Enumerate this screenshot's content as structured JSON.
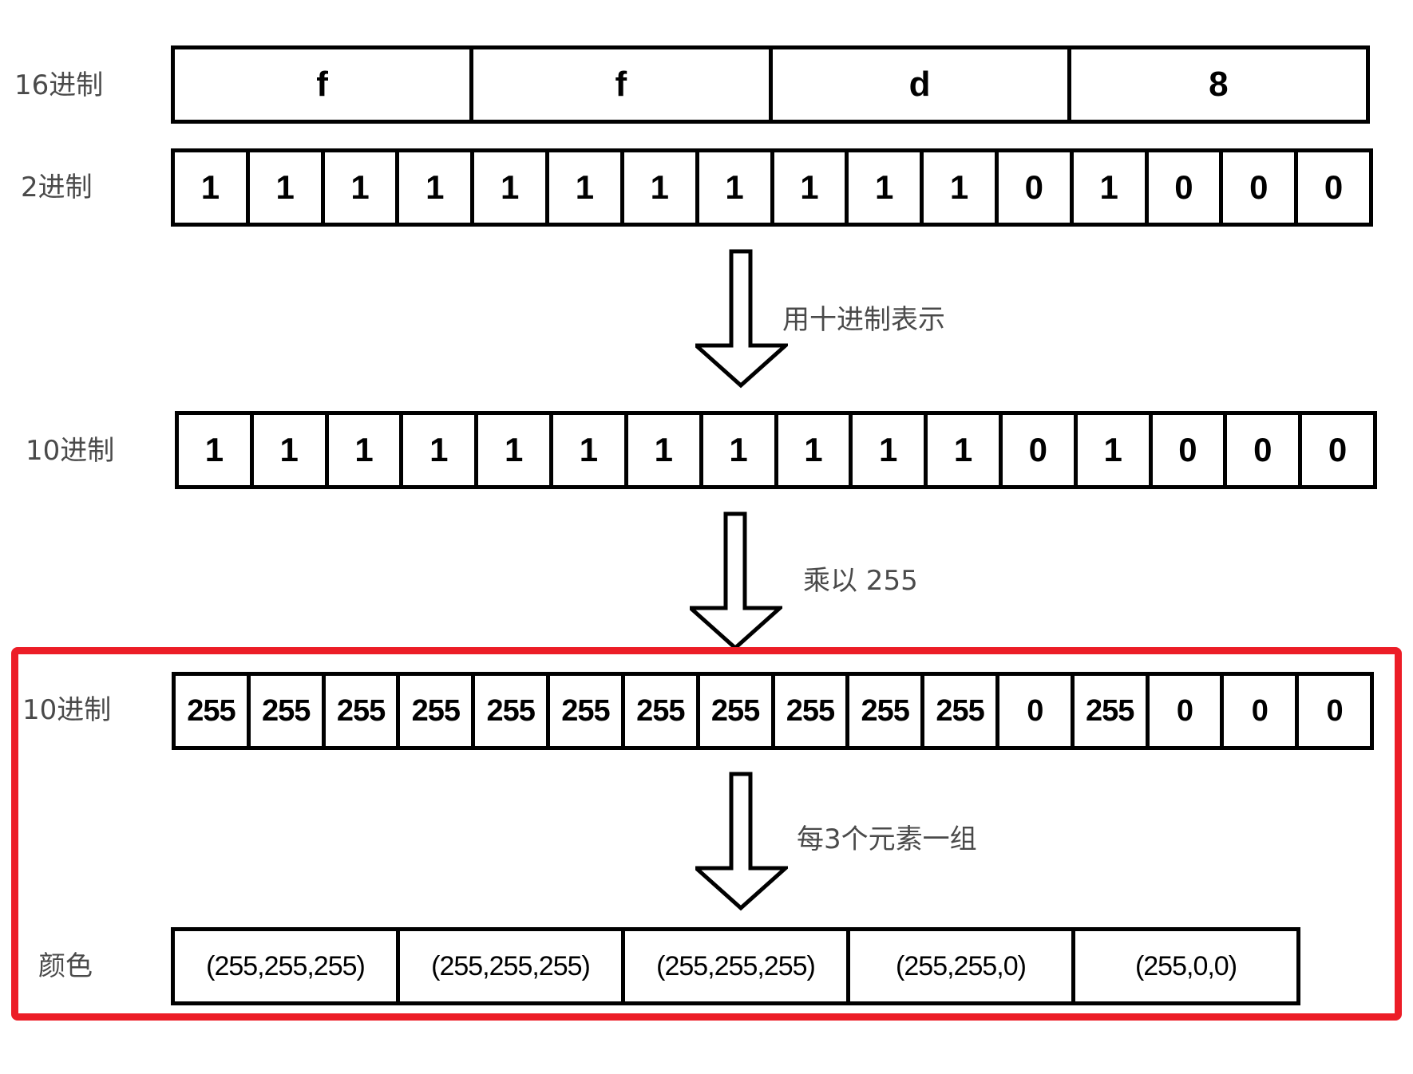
{
  "labels": {
    "hex": "16进制",
    "binary": "2进制",
    "decimal_digits": "10进制",
    "decimal_scaled": "10进制",
    "color": "颜色"
  },
  "rows": {
    "hex": [
      "f",
      "f",
      "d",
      "8"
    ],
    "binary": [
      "1",
      "1",
      "1",
      "1",
      "1",
      "1",
      "1",
      "1",
      "1",
      "1",
      "1",
      "0",
      "1",
      "0",
      "0",
      "0"
    ],
    "decimal_digits": [
      "1",
      "1",
      "1",
      "1",
      "1",
      "1",
      "1",
      "1",
      "1",
      "1",
      "1",
      "0",
      "1",
      "0",
      "0",
      "0"
    ],
    "decimal_scaled": [
      "255",
      "255",
      "255",
      "255",
      "255",
      "255",
      "255",
      "255",
      "255",
      "255",
      "255",
      "0",
      "255",
      "0",
      "0",
      "0"
    ],
    "color": [
      "(255,255,255)",
      "(255,255,255)",
      "(255,255,255)",
      "(255,255,0)",
      "(255,0,0)"
    ]
  },
  "steps": {
    "to_decimal": "用十进制表示",
    "multiply": "乘以 255",
    "group": "每3个元素一组"
  },
  "colors": {
    "highlight": "#ec1d27",
    "border": "#000000",
    "label_text": "#4a4a4a"
  }
}
